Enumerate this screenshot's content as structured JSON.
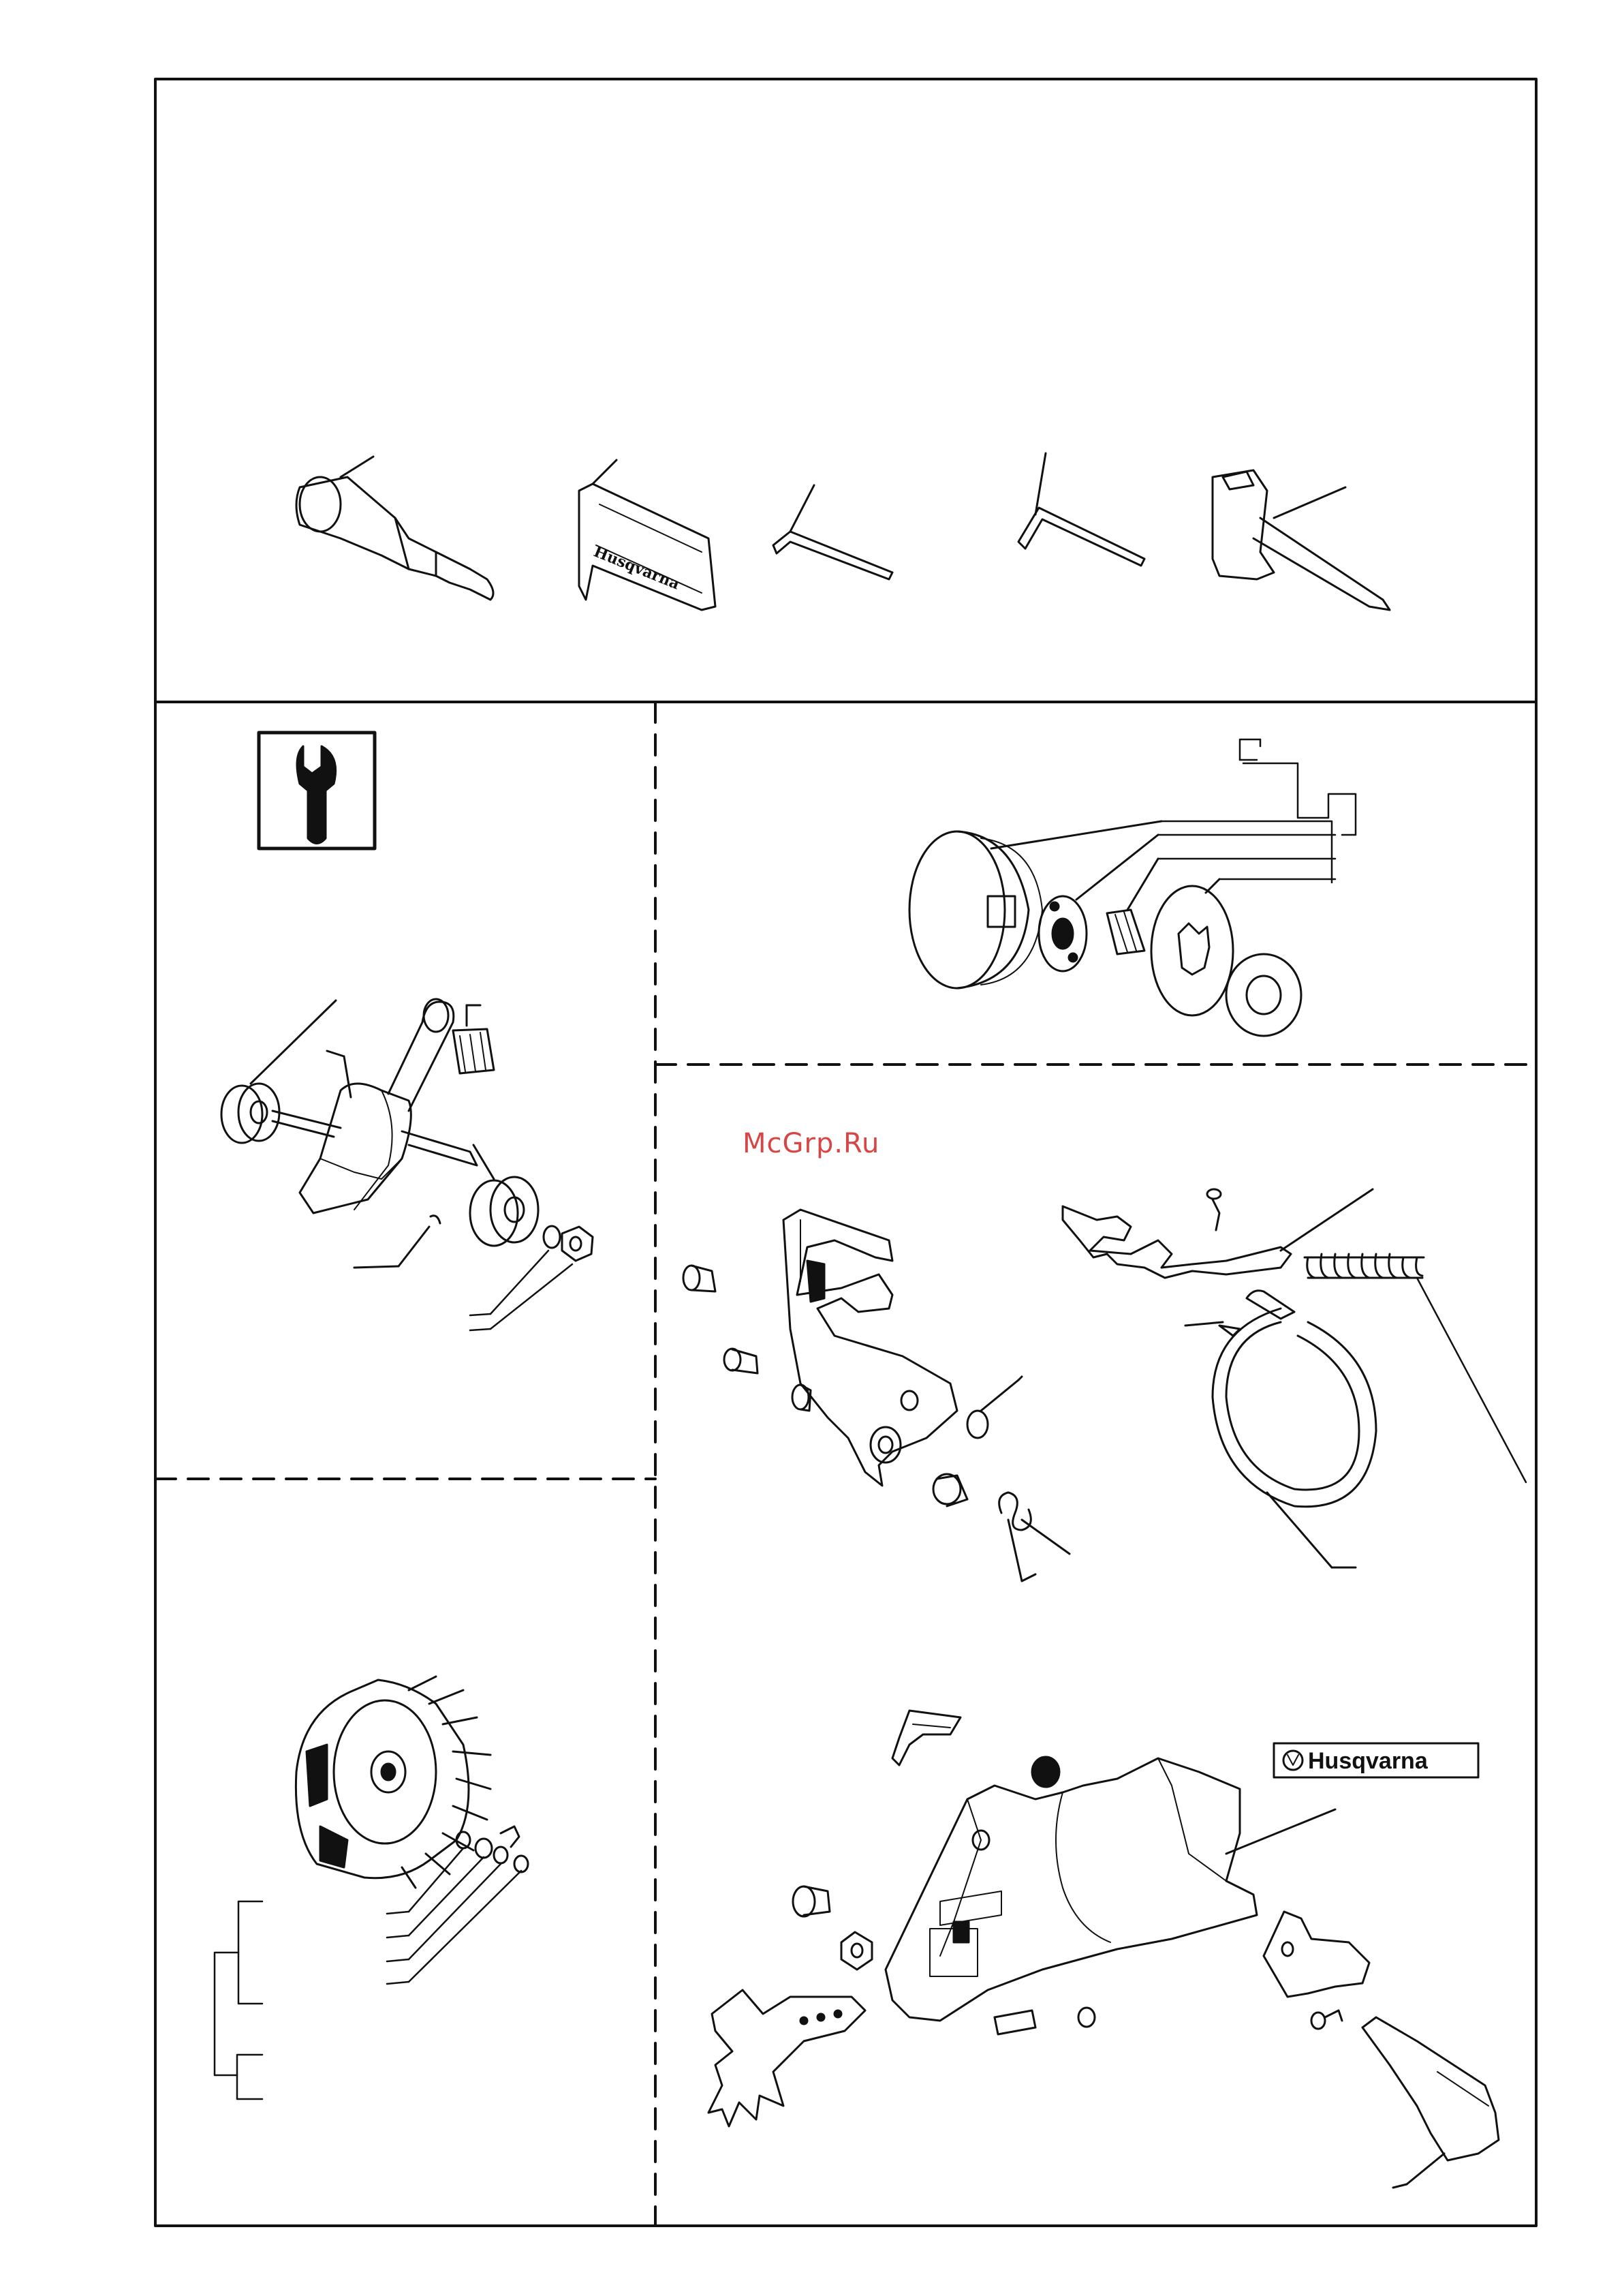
{
  "watermark": "McGrp.Ru",
  "brand_text": "Husqvarna",
  "brand_decal_text": "Husqvarna",
  "sections": [
    {
      "id": "tools-kit"
    },
    {
      "id": "crankshaft-assembly"
    },
    {
      "id": "clutch-drum-assembly"
    },
    {
      "id": "chain-brake-assembly"
    },
    {
      "id": "flywheel-assembly"
    },
    {
      "id": "clutch-cover-assembly"
    }
  ],
  "icons": {
    "service": "wrench-icon"
  },
  "colors": {
    "ink": "#111111",
    "watermark": "#d84545",
    "background": "#ffffff"
  }
}
